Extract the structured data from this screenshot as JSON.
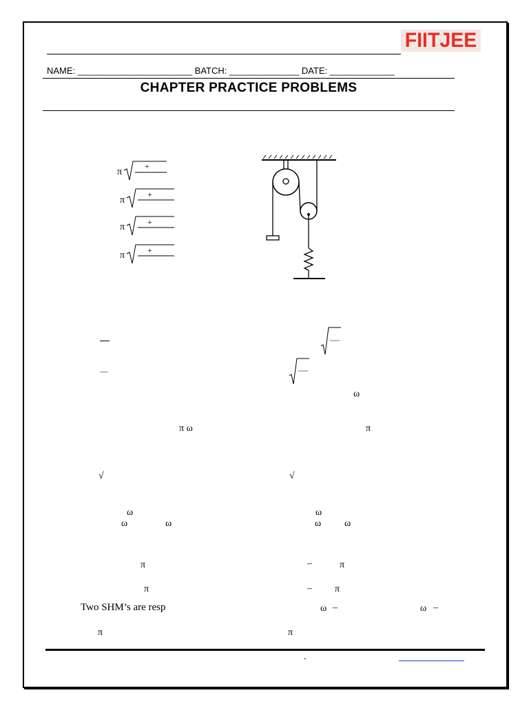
{
  "header": {
    "logo_text": "FIITJEE",
    "logo_color": "#e53024",
    "info_line": "NAME: _______________________ BATCH: ______________ DATE: _____________",
    "title": "CHAPTER PRACTICE PROBLEMS"
  },
  "formula_options": {
    "pi": "π",
    "plus": "+"
  },
  "symbols": {
    "pi": "π",
    "omega": "ω",
    "pi_omega": "π ω",
    "sqrt": "√",
    "minus": "–"
  },
  "body_text": {
    "shm_line": "Two SHM’s are resp"
  },
  "footer": {
    "dash": "-"
  }
}
